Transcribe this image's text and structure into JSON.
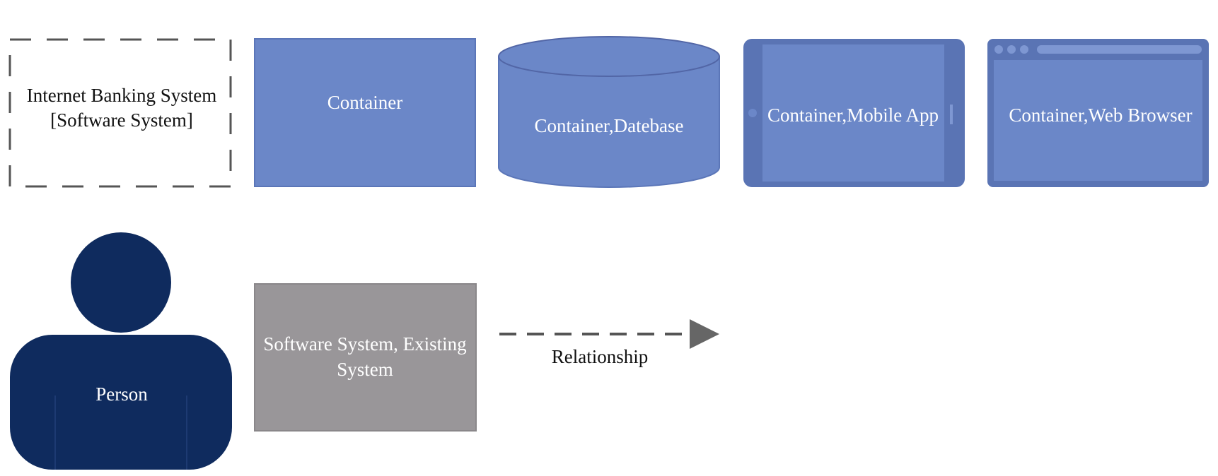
{
  "legend": {
    "software_system_boundary": {
      "line1": "Internet Banking System",
      "line2": "[Software System]"
    },
    "container": {
      "label": "Container"
    },
    "database": {
      "label": "Container,Datebase"
    },
    "mobile_app": {
      "label": "Container,Mobile App"
    },
    "web_browser": {
      "label": "Container,Web Browser"
    },
    "person": {
      "label": "Person"
    },
    "existing_system": {
      "line1": "Software System, Existing",
      "line2": "System"
    },
    "relationship": {
      "label": "Relationship"
    }
  },
  "colors": {
    "container_fill": "#6b87c8",
    "container_dark": "#5a74b4",
    "container_stroke": "#5b76b8",
    "person_fill": "#0f2b5e",
    "existing_fill": "#999699",
    "boundary_stroke": "#555555",
    "relationship_stroke": "#555555",
    "arrow_fill": "#666666",
    "dark_text": "#111111",
    "light_text": "#ffffff"
  }
}
